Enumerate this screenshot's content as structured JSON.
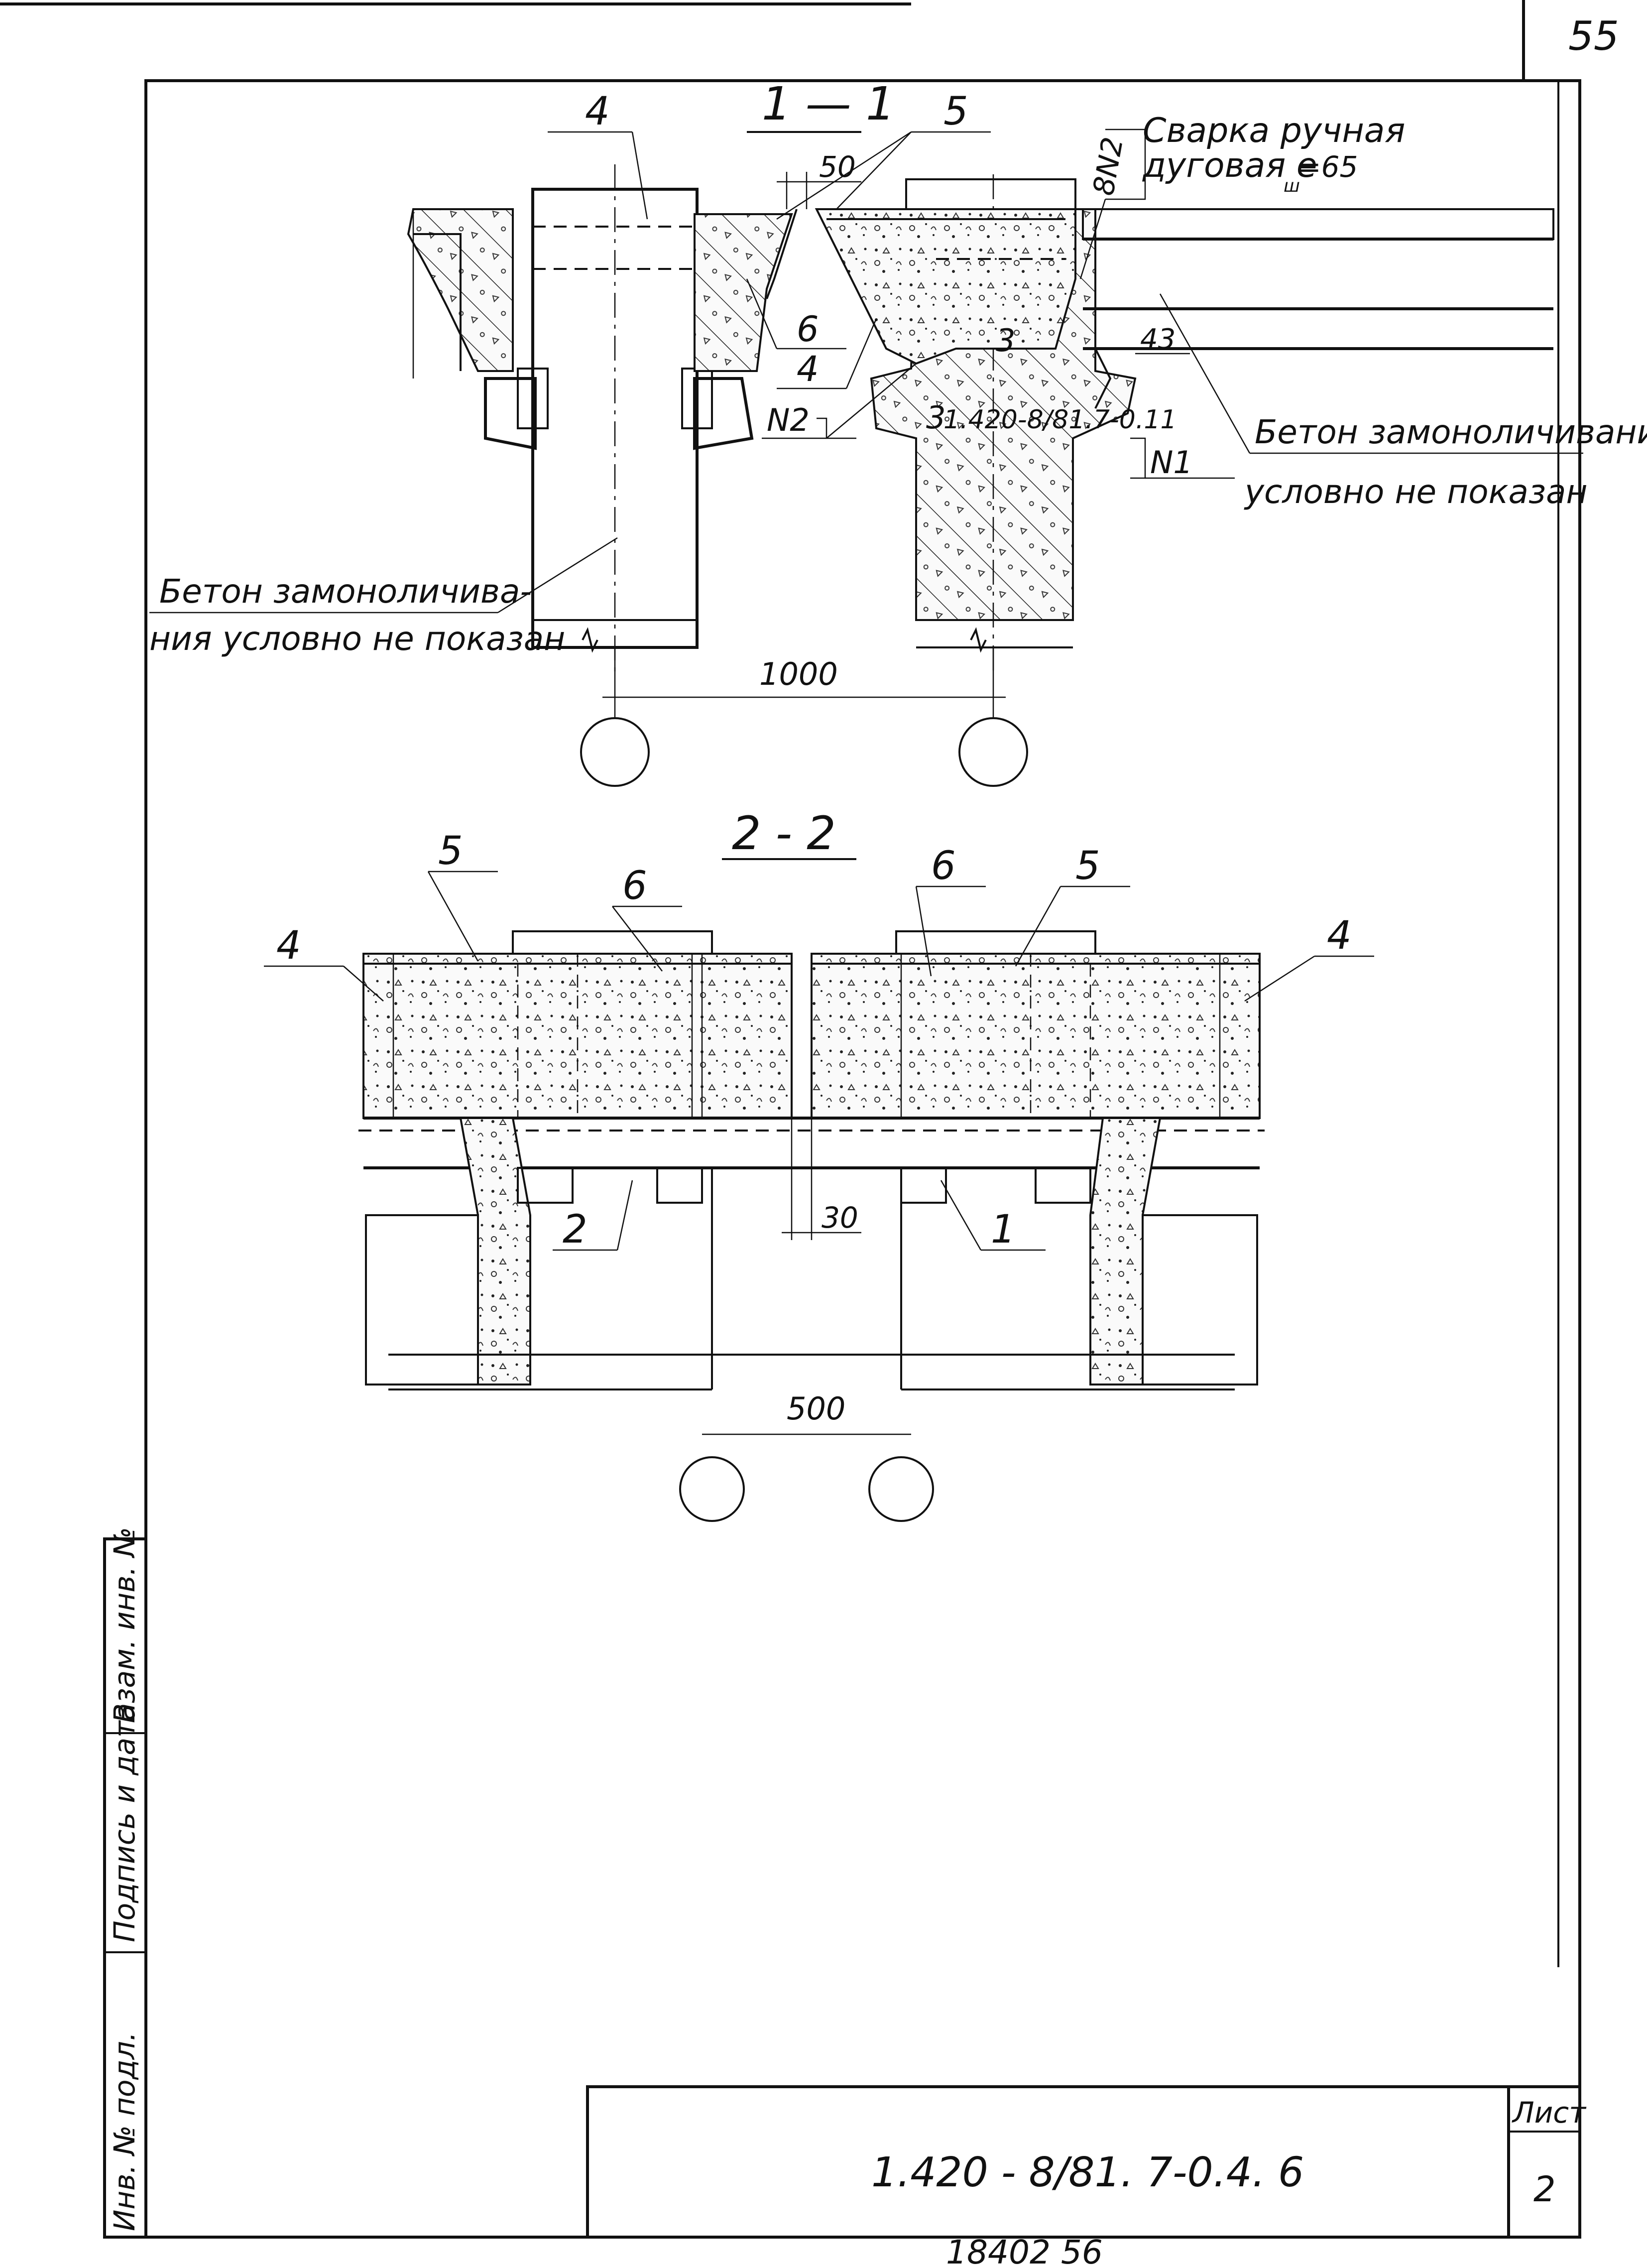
{
  "sheet": {
    "page_number_top": "55",
    "page_number_bottom": "18402    56",
    "stamp_label": "Лист",
    "stamp_sheet": "2",
    "doc_code": "1.420 - 8/81. 7-0.4. 6",
    "side_fields": [
      "Инв. № подл.",
      "Подпись и дата",
      "Взам. инв. №"
    ]
  },
  "section_1_1": {
    "title": "1 — 1",
    "labels": {
      "l4_top": "4",
      "l5_top": "5",
      "dim_50": "50",
      "l6": "6",
      "l4_mid": "4",
      "n2_left": "N2",
      "n2_top": "8N2",
      "n1": "N1",
      "weld_note_1": "Сварка ручная",
      "weld_note_2": "дуговая  e",
      "weld_note_sub": "ш",
      "weld_note_3": "=65",
      "l43": "43",
      "l3_a": "3",
      "l3_b": "3",
      "ref": "1.420-8/81.7-0.11",
      "concrete_note_left_1": "Бетон замоноличива-",
      "concrete_note_left_2": "ния условно не показан",
      "concrete_note_right_1": "Бетон замоноличивания",
      "concrete_note_right_2": "условно  не  показан",
      "dim_1000": "1000"
    }
  },
  "section_2_2": {
    "title": "2 - 2",
    "labels": {
      "l5_left": "5",
      "l6_left": "6",
      "l4_left": "4",
      "l6_right": "6",
      "l5_right": "5",
      "l4_right": "4",
      "l2": "2",
      "l1": "1",
      "dim_30": "30",
      "dim_500": "500"
    }
  }
}
